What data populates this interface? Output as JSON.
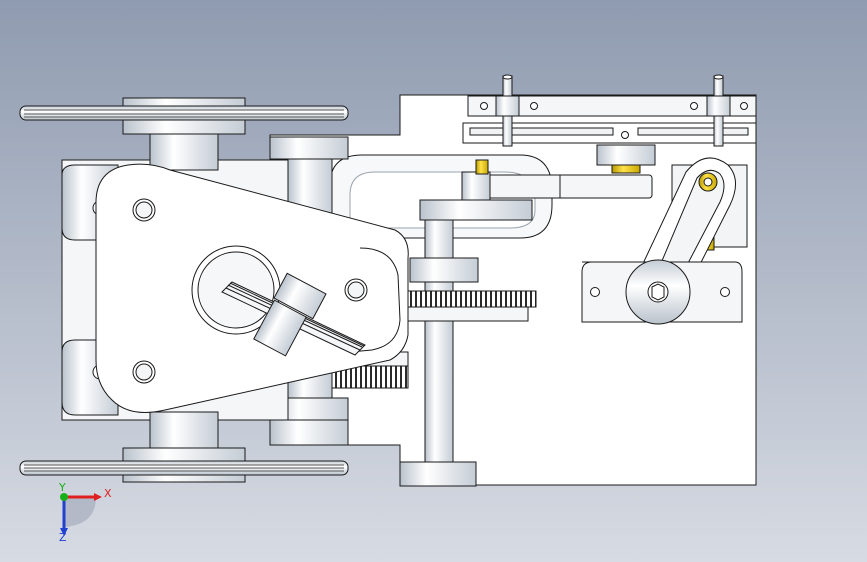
{
  "viewport": {
    "background_top": "#8f9bb0",
    "background_bottom": "#d7dbe3"
  },
  "model": {
    "line_color": "#1a1a1a",
    "body_fill": "#ffffff",
    "shade_fill": "#dde3ea",
    "dark_shade": "#b9c2cc",
    "brass_fill": "#e8c400"
  },
  "triad": {
    "x_label": "X",
    "y_label": "Y",
    "z_label": "Z",
    "x_color": "#e02020",
    "y_color": "#18b018",
    "z_color": "#2040d0"
  }
}
